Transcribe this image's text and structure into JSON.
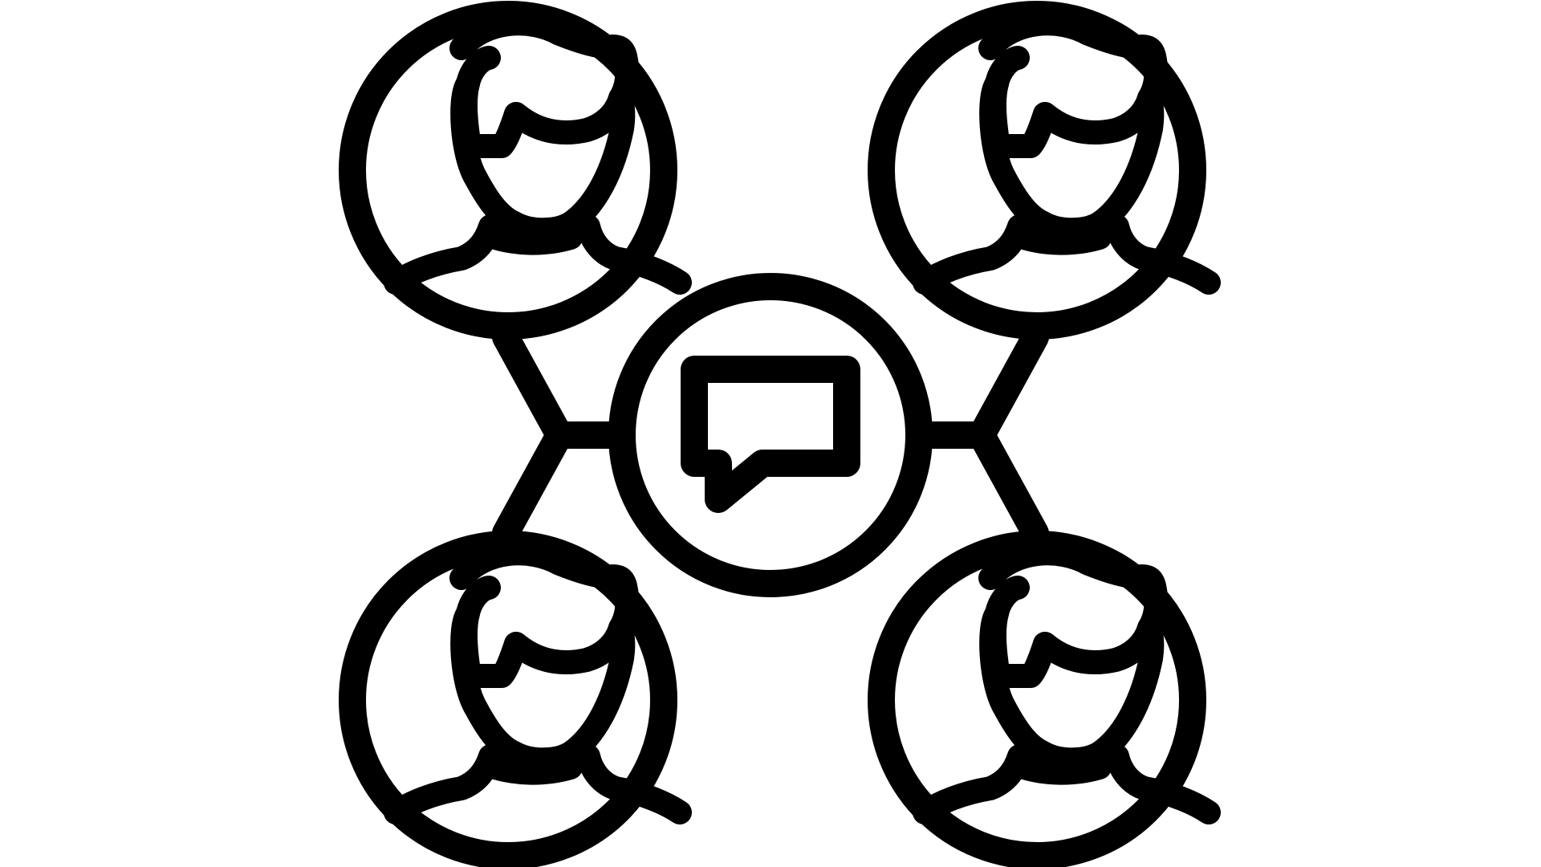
{
  "icon": {
    "name": "group-chat-network-icon",
    "stroke_color": "#000000",
    "background_color": "#ffffff",
    "center_node": "chat-bubble-icon",
    "user_nodes": [
      "user-avatar-top-left",
      "user-avatar-top-right",
      "user-avatar-bottom-left",
      "user-avatar-bottom-right"
    ]
  }
}
